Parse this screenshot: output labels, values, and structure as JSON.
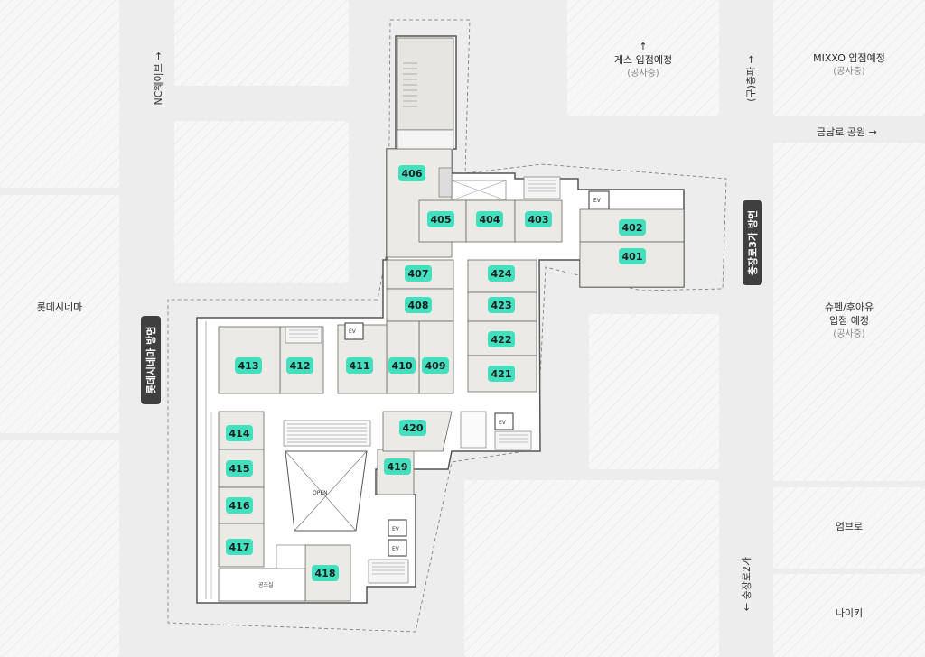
{
  "map": {
    "labels": {
      "lotte_cinema": "롯데시네마",
      "nc_wave": "NC웨이브",
      "guess_name": "게스 입점예정",
      "guess_status": "(공사중)",
      "mixxo_name": "MIXXO 입점예정",
      "mixxo_status": "(공사중)",
      "old_chungpa": "(구)충파",
      "geumnamro_park": "금남로 공원 →",
      "shupen_line1": "슈펜/후아유",
      "shupen_line2": "입점 예정",
      "shupen_status": "(공사중)",
      "umbro": "엄브로",
      "nike": "나이키",
      "chungjangro2": "← 충장로2가",
      "chungjangro3_exit": "충장로3가 방면",
      "lotte_cinema_exit": "롯데시네마 방면",
      "open": "OPEN",
      "ev": "EV",
      "public_room": "공조실"
    },
    "units": [
      "401",
      "402",
      "403",
      "404",
      "405",
      "406",
      "407",
      "408",
      "409",
      "410",
      "411",
      "412",
      "413",
      "414",
      "415",
      "416",
      "417",
      "418",
      "419",
      "420",
      "421",
      "422",
      "423",
      "424"
    ],
    "colors": {
      "unit_badge": "#42e0bf",
      "unit_fill": "#ebeae5",
      "wall": "#555555",
      "background": "#ededed",
      "dark_pill": "#3f3f3f"
    }
  }
}
